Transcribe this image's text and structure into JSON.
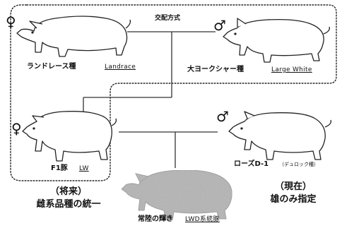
{
  "header": {
    "mating_method": "交配方式"
  },
  "female_symbol": "♀",
  "male_symbol": "♂",
  "landrace": {
    "jp": "ランドレース種",
    "en": "Landrace"
  },
  "large_white": {
    "jp": "大ヨークシャー種",
    "en": "Large White"
  },
  "f1": {
    "jp": "F1豚",
    "en": "LW"
  },
  "rose_d1": {
    "jp": "ローズD-1",
    "note": "（デュロック種）"
  },
  "result": {
    "jp": "常陸の輝き",
    "en": "LWD系統豚"
  },
  "future": {
    "line1": "（将来）",
    "line2": "雌系品種の統一"
  },
  "present": {
    "line1": "（現在）",
    "line2": "雄のみ指定"
  }
}
